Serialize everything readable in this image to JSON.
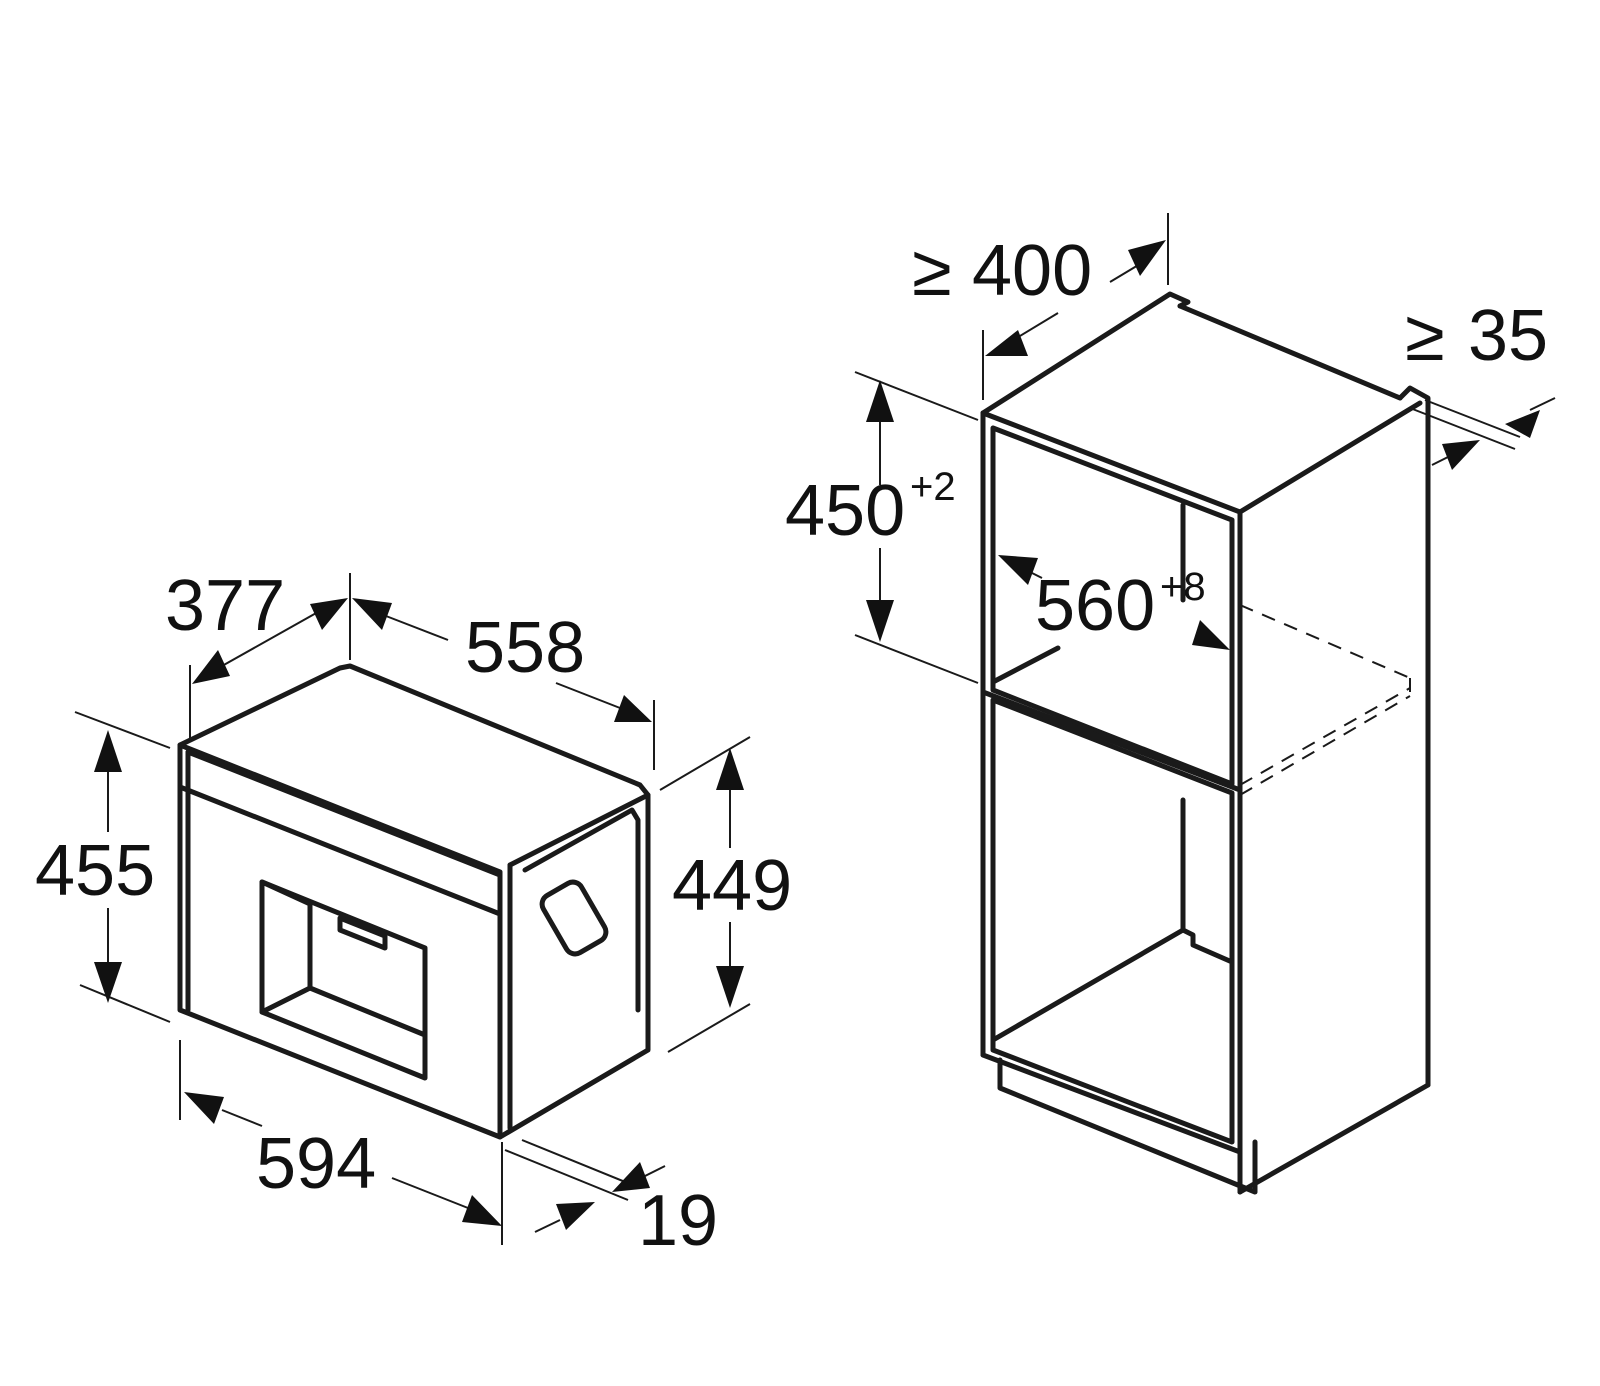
{
  "dimensions": {
    "device_depth": "377",
    "device_width_body": "558",
    "device_height_front": "455",
    "device_height_body": "449",
    "device_width_front": "594",
    "device_front_offset": "19",
    "niche_depth_prefix": "≥",
    "niche_depth": "400",
    "vent_gap_prefix": "≥",
    "vent_gap": "35",
    "niche_height": "450",
    "niche_height_tolerance": "+2",
    "niche_width": "560",
    "niche_width_tolerance": "+8"
  },
  "colors": {
    "line": "#1a1a1a",
    "background": "#ffffff"
  }
}
